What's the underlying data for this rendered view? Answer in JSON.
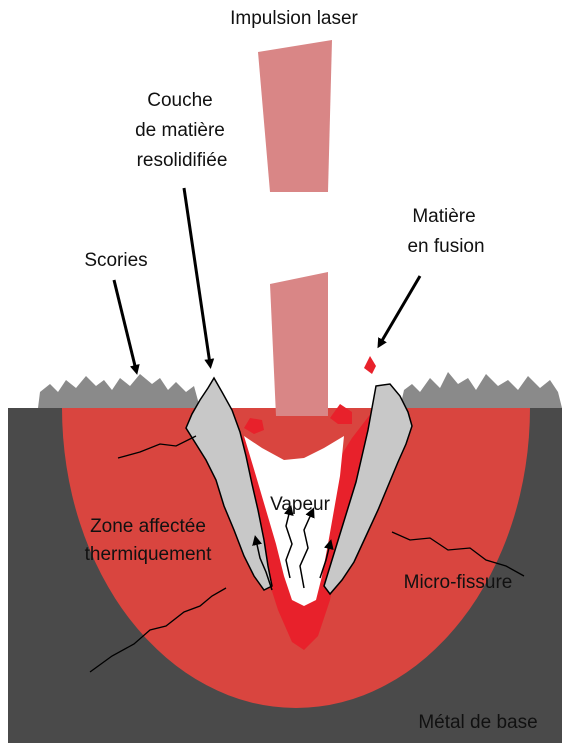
{
  "labels": {
    "laser": "Impulsion laser",
    "recast_line1": "Couche",
    "recast_line2": "de matière",
    "recast_line3": "resolidifiée",
    "molten_line1": "Matière",
    "molten_line2": "en fusion",
    "slag": "Scories",
    "vapor": "Vapeur",
    "haz_line1": "Zone affectée",
    "haz_line2": "thermiquement",
    "microcrack": "Micro-fissure",
    "base_metal": "Métal de base"
  },
  "colors": {
    "background": "#ffffff",
    "base_metal": "#4a4a4a",
    "heat_affected_zone": "#d9453f",
    "molten": "#e8212b",
    "recast_layer": "#c8c8c8",
    "slag": "#8a8a8a",
    "laser_beam": "#d98686",
    "vapor_cavity": "#ffffff",
    "text": "#111111",
    "lines": "#000000"
  }
}
